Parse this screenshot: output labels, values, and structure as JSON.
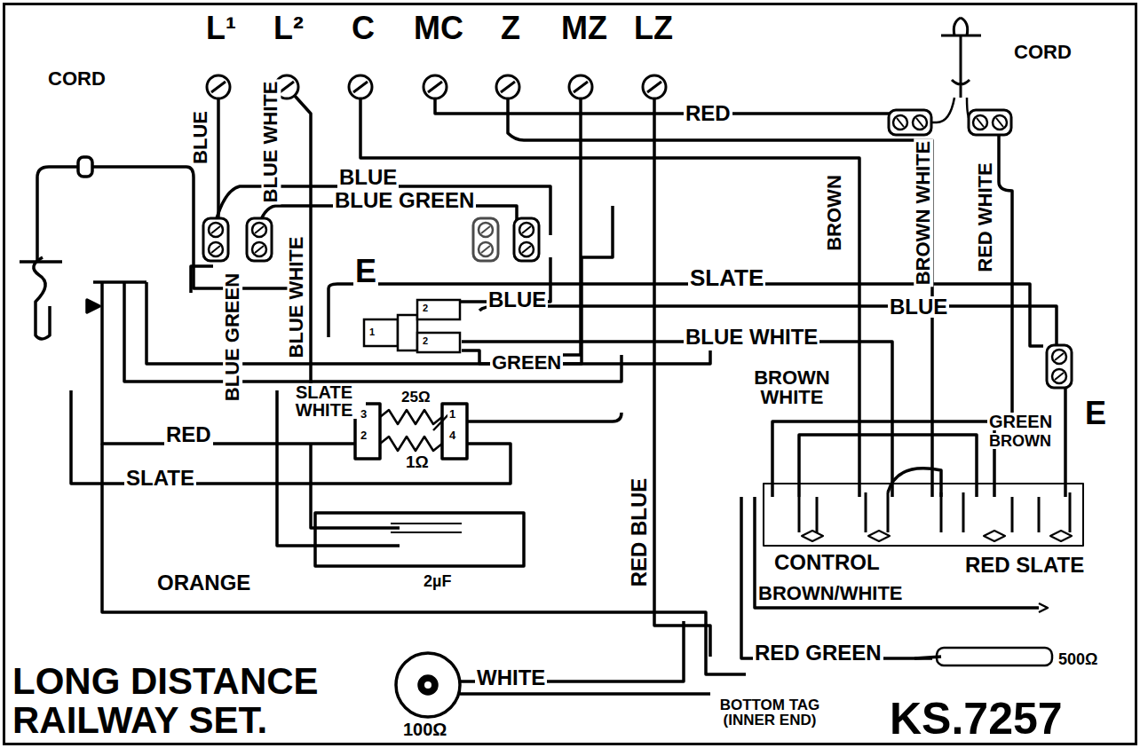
{
  "diagram": {
    "title": "LONG DISTANCE RAILWAY SET.",
    "labels": [
      "CORD",
      "CORD",
      "L¹",
      "L²",
      "C",
      "MC",
      "Z",
      "MZ",
      "LZ",
      "RED",
      "BLUE",
      "BLUE WHITE",
      "BLUE",
      "BLUE GREEN",
      "BROWN",
      "BROWN WHITE",
      "RED WHITE",
      "E",
      "SLATE",
      "BLUE",
      "BLUE",
      "2",
      "2",
      "1",
      "BLUE WHITE",
      "GREEN",
      "BLUE GREEN",
      "BLUE WHITE",
      "E",
      "BROWN WHITE",
      "GREEN",
      "BROWN",
      "SLATE WHITE",
      "25Ω",
      "3",
      "2",
      "1",
      "4",
      "RED",
      "1Ω",
      "SLATE",
      "RED BLUE",
      "CONTROL",
      "RED SLATE",
      "2µF",
      "ORANGE",
      "BROWN/WHITE",
      "RED GREEN",
      "WHITE",
      "500Ω",
      "100Ω",
      "BOTTOM TAG (INNER END)",
      "KS.7257"
    ]
  }
}
